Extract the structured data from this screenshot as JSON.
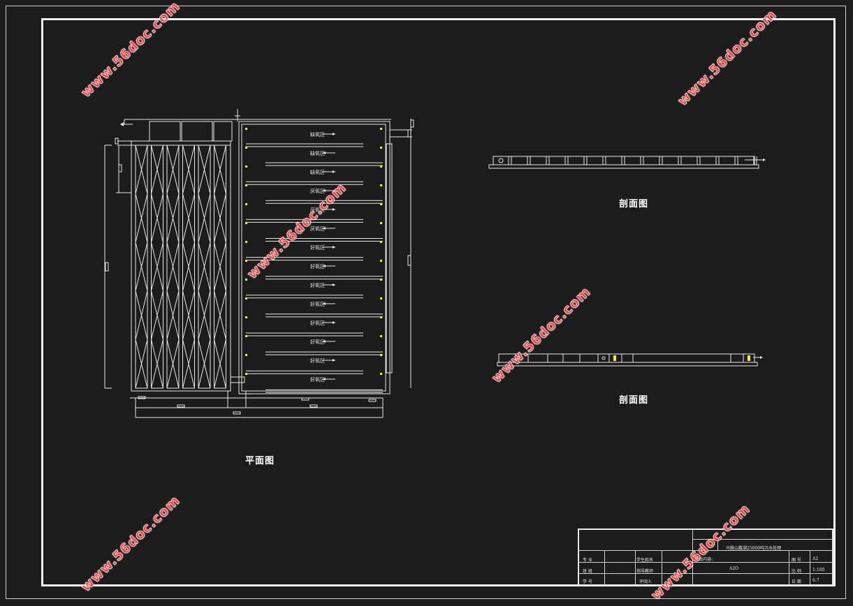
{
  "views": {
    "plan_label": "平面图",
    "section_label_1": "剖面图",
    "section_label_2": "剖面图"
  },
  "zones": [
    "缺氧区",
    "缺氧区",
    "缺氧区",
    "厌氧区",
    "厌氧区",
    "厌氧区",
    "好氧区",
    "好氧区",
    "好氧区",
    "好氧区",
    "好氧区",
    "好氧区",
    "好氧区",
    "好氧区"
  ],
  "watermark": "www.56doc.com",
  "title_block": {
    "project_name": "马鞍山戴湖25000吨污水处理",
    "drawing_content_label": "图纸内容:",
    "content_value": "A2O",
    "row_major": "专  业",
    "row_class": "班  级",
    "row_student_no": "学  号",
    "student_name": "学生姓名",
    "advisor": "指导教师",
    "reviewer": "评阅人",
    "drawing_no_label": "图  号",
    "drawing_no_value": "A2",
    "scale_label": "比  例",
    "scale_value": "1:100",
    "date_label": "日  期",
    "date_value": "6.7"
  },
  "colors": {
    "line": "#e8e8e8",
    "accent_yellow": "#f2ef3a",
    "watermark": "#ff3b3b",
    "background": "#1c1c1c"
  }
}
